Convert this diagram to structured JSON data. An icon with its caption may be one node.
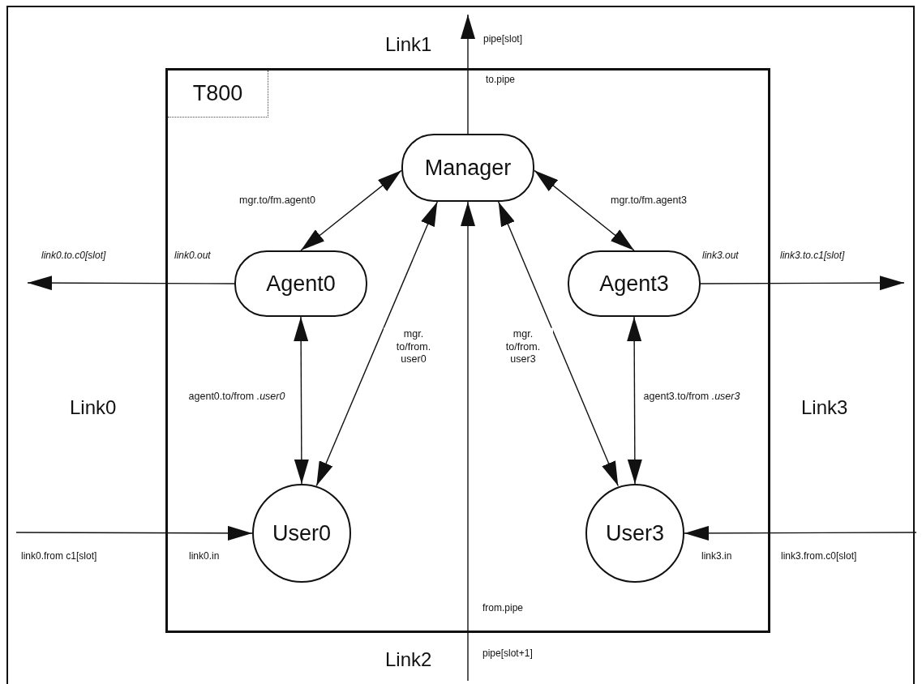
{
  "diagram": {
    "nodes": [
      {
        "text": [
          "T800"
        ]
      },
      {
        "text": [
          "Manager"
        ],
        "in": 0
      },
      {
        "text": [
          "Agent0"
        ],
        "in": 0
      },
      {
        "text": [
          "Agent3"
        ],
        "in": 0
      },
      {
        "text": [
          "User0"
        ],
        "in": 0
      },
      {
        "text": [
          "User3"
        ],
        "in": 0
      }
    ],
    "edges": [
      {
        "from": 1,
        "to": null,
        "arrow": "to"
      },
      {
        "from": null,
        "to": 1,
        "arrow": "to"
      },
      {
        "from": 2,
        "to": null,
        "arrow": "to"
      },
      {
        "from": 3,
        "to": null,
        "arrow": "to"
      },
      {
        "from": null,
        "to": 4,
        "arrow": "to"
      },
      {
        "from": null,
        "to": 5,
        "arrow": "to"
      },
      {
        "from": 1,
        "to": 2,
        "arrow": "both",
        "label": "mgr.to/fm.agent0"
      },
      {
        "from": 1,
        "to": 3,
        "arrow": "both",
        "label": "mgr.to/fm.agent3"
      },
      {
        "from": 1,
        "to": 4,
        "arrow": "both",
        "label": "mgr. to/from. user0"
      },
      {
        "from": 1,
        "to": 5,
        "arrow": "both",
        "label": "mgr. to/from. user3"
      },
      {
        "from": 2,
        "to": 4,
        "arrow": "both",
        "label": "agent0.to/from *.user0*"
      },
      {
        "from": 3,
        "to": 5,
        "arrow": "both",
        "label": "agent3.to/from *.user3*"
      }
    ],
    "labels": [
      "Link1",
      "pipe[slot]",
      "to.pipe",
      "link0.to.c0[slot]",
      "link0.out",
      "link3.out",
      "link3.to.c1[slot]",
      "Link0",
      "Link3",
      "link0.from c1[slot]",
      "link0.in",
      "link3.in",
      "link3.from.c0[slot]",
      "from.pipe",
      "Link2",
      "pipe[slot+1]"
    ]
  }
}
